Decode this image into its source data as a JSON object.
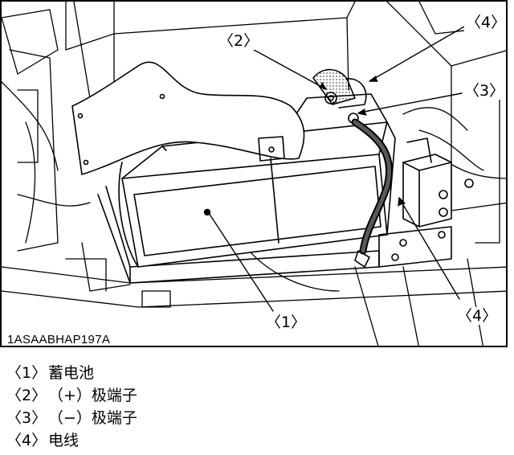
{
  "figure": {
    "code": "1ASAABHAP197A",
    "callouts": {
      "c1": "〈1〉",
      "c2": "〈2〉",
      "c3": "〈3〉",
      "c4_top": "〈4〉",
      "c4_bottom": "〈4〉"
    }
  },
  "legend": [
    {
      "num": "〈1〉",
      "text": "蓄电池"
    },
    {
      "num": "〈2〉",
      "text": "（+）极端子"
    },
    {
      "num": "〈3〉",
      "text": "（−）极端子"
    },
    {
      "num": "〈4〉",
      "text": "电线"
    }
  ]
}
